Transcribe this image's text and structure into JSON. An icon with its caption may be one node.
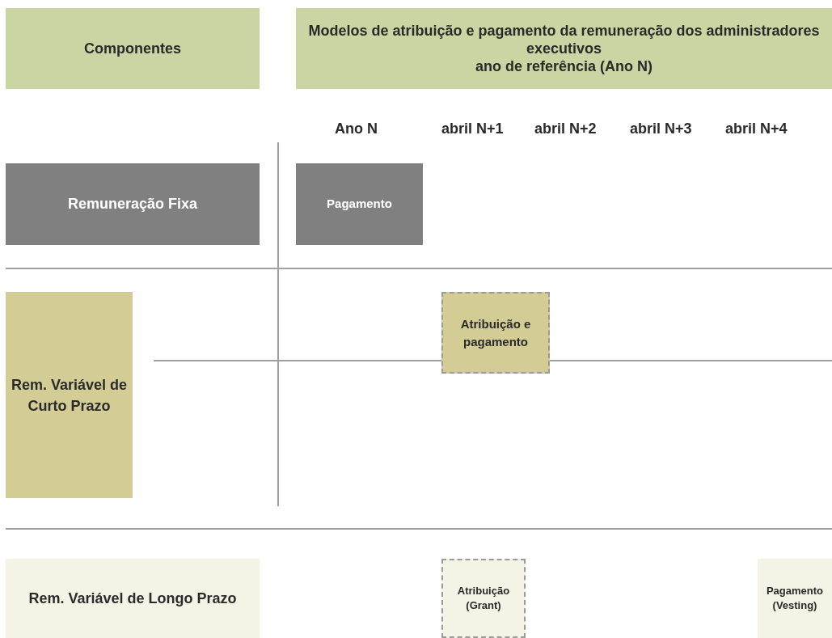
{
  "diagram": {
    "nodes": [
      {
        "text": [
          "Componentes"
        ]
      },
      {
        "text": [
          "Modelos de atribuição e pagamento da remuneração dos administradores executivos",
          "ano de referência (Ano N)"
        ]
      },
      {
        "text": [
          "Remuneração Fixa"
        ]
      },
      {
        "text": [
          "Pagamento"
        ]
      },
      {
        "text": [
          "Rem. Variável de Curto Prazo"
        ]
      },
      {
        "text": [
          "Atribuição e pagamento"
        ]
      },
      {
        "text": [
          "Rem. Variável de Longo Prazo"
        ]
      },
      {
        "text": [
          "Atribuição (Grant)"
        ]
      },
      {
        "text": [
          "Pagamento (Vesting)"
        ]
      }
    ],
    "labels": [
      "Ano N",
      "abril N+1",
      "abril N+2",
      "abril N+3",
      "abril N+4"
    ]
  }
}
